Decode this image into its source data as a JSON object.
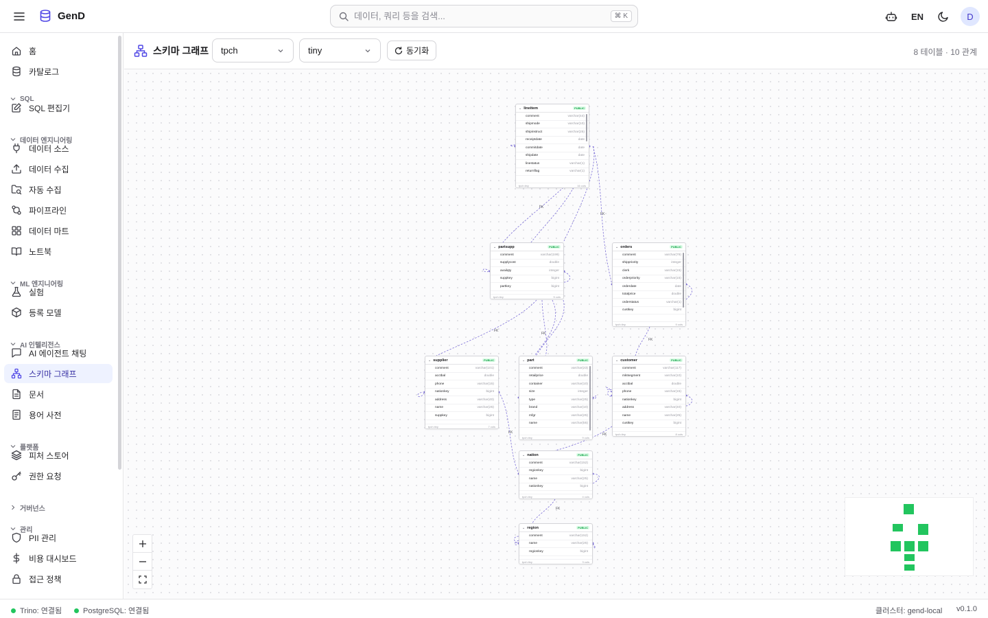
{
  "app": {
    "name": "GenD"
  },
  "search": {
    "placeholder": "데이터, 쿼리 등을 검색...",
    "shortcut": "⌘ K"
  },
  "header": {
    "lang": "EN",
    "avatar": "D"
  },
  "sidebar": {
    "top": [
      {
        "label": "홈",
        "icon": "home-icon"
      },
      {
        "label": "카탈로그",
        "icon": "database-icon"
      }
    ],
    "sections": [
      {
        "label": "SQL",
        "expanded": true,
        "items": [
          {
            "label": "SQL 편집기",
            "icon": "edit-icon"
          }
        ]
      },
      {
        "label": "데이터 엔지니어링",
        "expanded": true,
        "items": [
          {
            "label": "데이터 소스",
            "icon": "plug-icon"
          },
          {
            "label": "데이터 수집",
            "icon": "upload-icon"
          },
          {
            "label": "자동 수집",
            "icon": "folder-search-icon"
          },
          {
            "label": "파이프라인",
            "icon": "pipeline-icon"
          },
          {
            "label": "데이터 마트",
            "icon": "grid-icon"
          },
          {
            "label": "노트북",
            "icon": "book-icon"
          }
        ]
      },
      {
        "label": "ML 엔지니어링",
        "expanded": true,
        "items": [
          {
            "label": "실험",
            "icon": "flask-icon"
          },
          {
            "label": "등록 모델",
            "icon": "cube-icon"
          }
        ]
      },
      {
        "label": "AI 인텔리전스",
        "expanded": true,
        "items": [
          {
            "label": "AI 에이전트 채팅",
            "icon": "chat-icon"
          },
          {
            "label": "스키마 그래프",
            "icon": "schema-icon",
            "active": true
          },
          {
            "label": "문서",
            "icon": "doc-icon"
          },
          {
            "label": "용어 사전",
            "icon": "glossary-icon"
          }
        ]
      },
      {
        "label": "플랫폼",
        "expanded": true,
        "items": [
          {
            "label": "피처 스토어",
            "icon": "layers-icon"
          },
          {
            "label": "권한 요청",
            "icon": "key-icon"
          }
        ]
      },
      {
        "label": "거버넌스",
        "expanded": false,
        "items": []
      },
      {
        "label": "관리",
        "expanded": true,
        "items": [
          {
            "label": "PII 관리",
            "icon": "shield-icon"
          },
          {
            "label": "비용 대시보드",
            "icon": "dollar-icon"
          },
          {
            "label": "접근 정책",
            "icon": "lock-icon"
          }
        ]
      }
    ]
  },
  "toolbar": {
    "title": "스키마 그래프",
    "catalog": "tpch",
    "schema": "tiny",
    "sync_label": "동기화",
    "count": "8 테이블 · 10 관계"
  },
  "graph": {
    "badge": "PUBLIC",
    "edge_label": "FK",
    "tables": [
      {
        "name": "lineitem",
        "footer_left": "tpch.tiny",
        "footer_right": "16 cols",
        "columns": [
          [
            "comment",
            "varchar(44)"
          ],
          [
            "shipmode",
            "varchar(10)"
          ],
          [
            "shipinstruct",
            "varchar(25)"
          ],
          [
            "receiptdate",
            "date"
          ],
          [
            "commitdate",
            "date"
          ],
          [
            "shipdate",
            "date"
          ],
          [
            "linestatus",
            "varchar(1)"
          ],
          [
            "returnflag",
            "varchar(1)"
          ]
        ]
      },
      {
        "name": "partsupp",
        "footer_left": "tpch.tiny",
        "footer_right": "5 cols",
        "columns": [
          [
            "comment",
            "varchar(199)"
          ],
          [
            "supplycost",
            "double"
          ],
          [
            "availqty",
            "integer"
          ],
          [
            "suppkey",
            "bigint"
          ],
          [
            "partkey",
            "bigint"
          ]
        ]
      },
      {
        "name": "orders",
        "footer_left": "tpch.tiny",
        "footer_right": "9 cols",
        "columns": [
          [
            "comment",
            "varchar(79)"
          ],
          [
            "shippriority",
            "integer"
          ],
          [
            "clerk",
            "varchar(15)"
          ],
          [
            "orderpriority",
            "varchar(15)"
          ],
          [
            "orderdate",
            "date"
          ],
          [
            "totalprice",
            "double"
          ],
          [
            "orderstatus",
            "varchar(1)"
          ],
          [
            "custkey",
            "bigint"
          ]
        ]
      },
      {
        "name": "supplier",
        "footer_left": "tpch.tiny",
        "footer_right": "7 cols",
        "columns": [
          [
            "comment",
            "varchar(101)"
          ],
          [
            "acctbal",
            "double"
          ],
          [
            "phone",
            "varchar(15)"
          ],
          [
            "nationkey",
            "bigint"
          ],
          [
            "address",
            "varchar(40)"
          ],
          [
            "name",
            "varchar(25)"
          ],
          [
            "suppkey",
            "bigint"
          ]
        ]
      },
      {
        "name": "part",
        "footer_left": "tpch.tiny",
        "footer_right": "9 cols",
        "columns": [
          [
            "comment",
            "varchar(23)"
          ],
          [
            "retailprice",
            "double"
          ],
          [
            "container",
            "varchar(10)"
          ],
          [
            "size",
            "integer"
          ],
          [
            "type",
            "varchar(25)"
          ],
          [
            "brand",
            "varchar(10)"
          ],
          [
            "mfgr",
            "varchar(25)"
          ],
          [
            "name",
            "varchar(55)"
          ]
        ]
      },
      {
        "name": "customer",
        "footer_left": "tpch.tiny",
        "footer_right": "8 cols",
        "columns": [
          [
            "comment",
            "varchar(117)"
          ],
          [
            "mktsegment",
            "varchar(10)"
          ],
          [
            "acctbal",
            "double"
          ],
          [
            "phone",
            "varchar(15)"
          ],
          [
            "nationkey",
            "bigint"
          ],
          [
            "address",
            "varchar(40)"
          ],
          [
            "name",
            "varchar(25)"
          ],
          [
            "custkey",
            "bigint"
          ]
        ]
      },
      {
        "name": "nation",
        "footer_left": "tpch.tiny",
        "footer_right": "4 cols",
        "columns": [
          [
            "comment",
            "varchar(152)"
          ],
          [
            "regionkey",
            "bigint"
          ],
          [
            "name",
            "varchar(25)"
          ],
          [
            "nationkey",
            "bigint"
          ]
        ]
      },
      {
        "name": "region",
        "footer_left": "tpch.tiny",
        "footer_right": "3 cols",
        "columns": [
          [
            "comment",
            "varchar(152)"
          ],
          [
            "name",
            "varchar(25)"
          ],
          [
            "regionkey",
            "bigint"
          ]
        ]
      }
    ]
  },
  "status": {
    "trino": "Trino: 연결됨",
    "postgres": "PostgreSQL: 연결됨",
    "cluster": "클러스터: gend-local",
    "version": "v0.1.0"
  },
  "colors": {
    "accent": "#4f46e5",
    "active_bg": "#eef2ff",
    "connected": "#22c55e",
    "edge": "#7c6fd6",
    "minimap": "#22c55e"
  }
}
